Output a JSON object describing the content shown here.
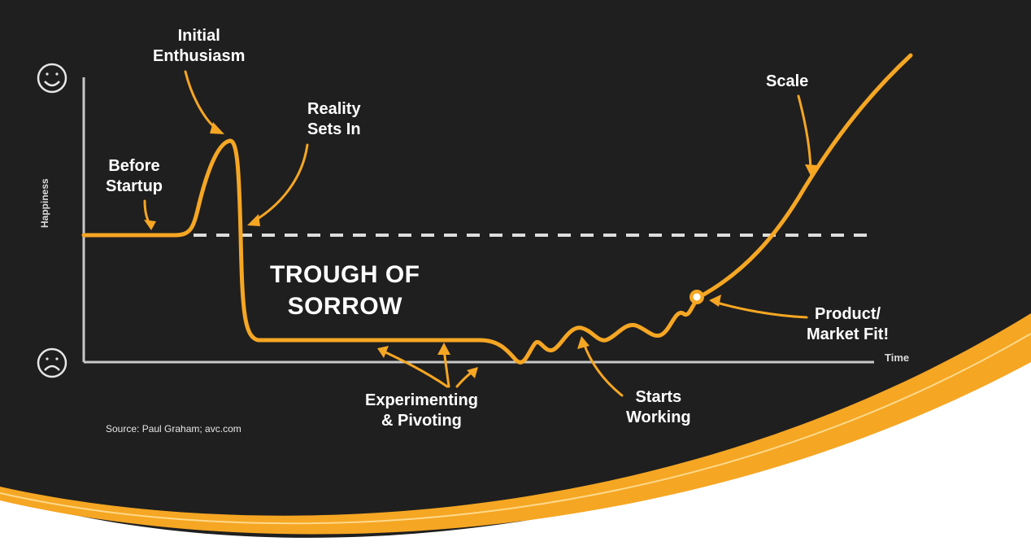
{
  "labels": {
    "initial_enthusiasm": [
      "Initial",
      "Enthusiasm"
    ],
    "reality_sets_in": [
      "Reality",
      "Sets In"
    ],
    "before_startup": [
      "Before",
      "Startup"
    ],
    "trough_of_sorrow": [
      "TROUGH OF",
      "SORROW"
    ],
    "scale": "Scale",
    "product_market_fit": [
      "Product/",
      "Market Fit!"
    ],
    "experimenting_pivoting": [
      "Experimenting",
      "& Pivoting"
    ],
    "starts_working": [
      "Starts",
      "Working"
    ],
    "y_axis": "Happiness",
    "x_axis": "Time",
    "source": "Source: Paul Graham; avc.com"
  },
  "icons": {
    "top": "happy-face-icon",
    "bottom": "sad-face-icon"
  },
  "colors": {
    "background": "#1f1f1f",
    "curve": "#f5a623",
    "swoosh": "#f5a623",
    "text": "#ffffff",
    "axis": "#c8c8c8",
    "baseline_dashes": "#dddddd"
  }
}
